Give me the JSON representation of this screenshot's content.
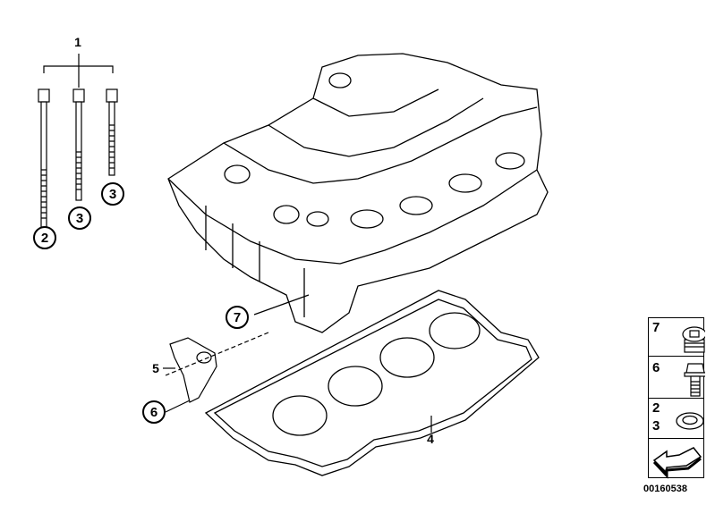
{
  "callouts": {
    "group_bolts": "1",
    "long_bolt": "2",
    "bolt_mid": "3",
    "bolt_short": "3",
    "plug": "7",
    "bracket": "5",
    "bracket_bolt": "6",
    "head_gasket": "4"
  },
  "legend": {
    "items": [
      {
        "numbers": [
          "7"
        ],
        "icon": "screw-plug-icon"
      },
      {
        "numbers": [
          "6"
        ],
        "icon": "hex-bolt-icon"
      },
      {
        "numbers": [
          "2",
          "3"
        ],
        "icon": "washer-icon"
      },
      {
        "numbers": [],
        "icon": "arrow-icon"
      }
    ]
  },
  "diagram_id": "00160538"
}
